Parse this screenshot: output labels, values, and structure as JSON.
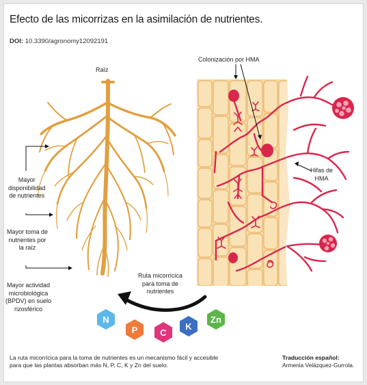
{
  "title": "Efecto de las micorrizas en la asimilación de nutrientes.",
  "doi": {
    "label": "DOI:",
    "value": "10.3390/agronomy12092191"
  },
  "labels": {
    "root": "Raíz",
    "colonization": "Colonización por HMA",
    "hyphae": [
      "Hifas de",
      "HMA"
    ],
    "nutrient_availability": [
      "Mayor",
      "disponibilidad",
      "de nutrientes"
    ],
    "root_uptake": [
      "Mayor toma de",
      "nutrientes por",
      "la raíz"
    ],
    "microbial_activity": [
      "Mayor actividad",
      "microbiológica",
      "(BPDV) en suelo",
      "rizosférico"
    ],
    "mycorrhizal_route": [
      "Ruta micorrícica",
      "para toma de",
      "nutrientes"
    ]
  },
  "nutrients": [
    {
      "symbol": "N",
      "color": "#5bb8e8"
    },
    {
      "symbol": "P",
      "color": "#f07a3a"
    },
    {
      "symbol": "C",
      "color": "#e0357a"
    },
    {
      "symbol": "K",
      "color": "#3a6fc4"
    },
    {
      "symbol": "Zn",
      "color": "#5cb548"
    }
  ],
  "footer": {
    "line1": "La ruta micorrícica para la toma de nutrientes es un mecanismo fácil y accesible",
    "line2": "para que las plantas absorban más N, P, C, K y Zn del suelo."
  },
  "credit": {
    "title": "Traducción español:",
    "name": "Armenia Velázquez-Gurrola."
  },
  "colors": {
    "root": "#e0a040",
    "fungus": "#d9264d",
    "cell": "#f7d9a5",
    "cell_border": "#e9b46a"
  }
}
